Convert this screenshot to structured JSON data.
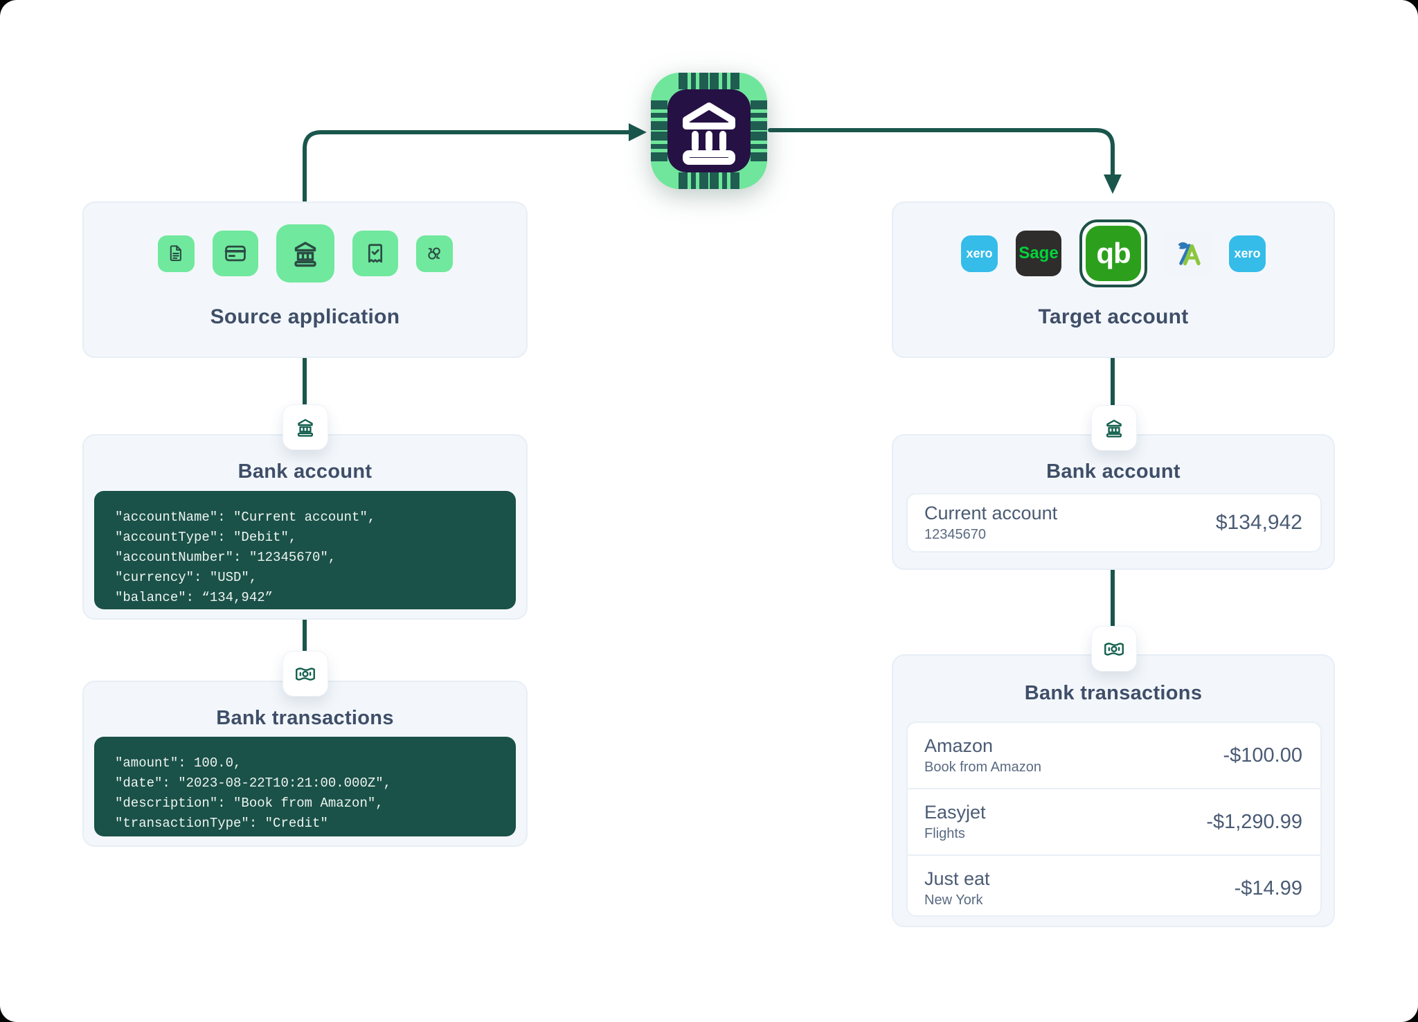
{
  "colors": {
    "accent_green": "#70e89d",
    "deep_teal": "#1a564c",
    "code_bg": "#1a5148",
    "chip_inner": "#261145",
    "panel_bg": "#f3f7fb",
    "heading": "#3f4e68",
    "xero_blue": "#35bce9",
    "sage_dark": "#2f2d2c",
    "sage_green": "#00d639",
    "quickbooks_green": "#2ca01c",
    "freeagent_blue": "#2e79b8",
    "freeagent_green": "#8cc63e"
  },
  "hub": {
    "icon": "bank-chip"
  },
  "source_panel": {
    "title": "Source application",
    "icons": [
      "document",
      "credit-card",
      "bank",
      "receipt",
      "sync"
    ]
  },
  "target_panel": {
    "title": "Target account",
    "logos": {
      "xero_label": "xero",
      "sage_label": "Sage",
      "quickbooks_label": "qb",
      "xero2_label": "xero"
    }
  },
  "source_bank_account": {
    "title": "Bank account",
    "code_lines": [
      "\"accountName\": \"Current account\",",
      "\"accountType\": \"Debit\",",
      "\"accountNumber\": \"12345670\",",
      "\"currency\": \"USD\",",
      "\"balance\": “134,942”"
    ]
  },
  "source_bank_transactions": {
    "title": "Bank transactions",
    "code_lines": [
      "\"amount\": 100.0,",
      "\"date\": \"2023-08-22T10:21:00.000Z\",",
      "\"description\": \"Book from Amazon\",",
      "\"transactionType\": \"Credit\""
    ]
  },
  "target_bank_account": {
    "title": "Bank account",
    "account_name": "Current account",
    "account_number": "12345670",
    "balance": "$134,942"
  },
  "target_bank_transactions": {
    "title": "Bank transactions",
    "rows": [
      {
        "name": "Amazon",
        "description": "Book from Amazon",
        "amount": "-$100.00"
      },
      {
        "name": "Easyjet",
        "description": "Flights",
        "amount": "-$1,290.99"
      },
      {
        "name": "Just eat",
        "description": "New York",
        "amount": "-$14.99"
      }
    ]
  }
}
